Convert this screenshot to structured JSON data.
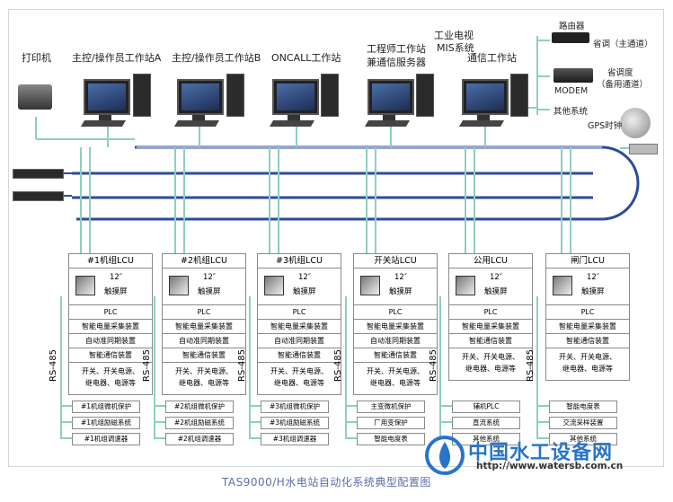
{
  "top_labels": {
    "printer": "打印机",
    "station_a": "主控/操作员工作站A",
    "station_b": "主控/操作员工作站B",
    "oncall": "ONCALL工作站",
    "engineer_line1": "工程师工作站",
    "engineer_line2": "兼通信服务器",
    "tv_line1": "工业电视",
    "tv_line2": "MIS系统",
    "comm": "通信工作站",
    "router": "路由器",
    "provincial_main": "省调（主通道）",
    "modem": "MODEM",
    "provincial_backup_line1": "省调度",
    "provincial_backup_line2": "（备用通道）",
    "other_systems": "其他系统",
    "gps": "GPS时钟"
  },
  "lcus": [
    {
      "title": "#1机组LCU",
      "screen1": "12″",
      "screen2": "触摸屏",
      "plc": "PLC",
      "r1": "智能电量采集装置",
      "r2": "自动准同期装置",
      "r3": "智能通信装置",
      "big1": "开关、开关电源、",
      "big2": "继电器、电源等",
      "subs": [
        "#1机组微机保护",
        "#1机组励磁系统",
        "#1机组调速器"
      ]
    },
    {
      "title": "#2机组LCU",
      "screen1": "12″",
      "screen2": "触摸屏",
      "plc": "PLC",
      "r1": "智能电量采集装置",
      "r2": "自动准同期装置",
      "r3": "智能通信装置",
      "big1": "开关、开关电源、",
      "big2": "继电器、电源等",
      "subs": [
        "#2机组微机保护",
        "#2机组励磁系统",
        "#2机组调速器"
      ]
    },
    {
      "title": "#3机组LCU",
      "screen1": "12″",
      "screen2": "触摸屏",
      "plc": "PLC",
      "r1": "智能电量采集装置",
      "r2": "自动准同期装置",
      "r3": "智能通信装置",
      "big1": "开关、开关电源、",
      "big2": "继电器、电源等",
      "subs": [
        "#3机组微机保护",
        "#3机组励磁系统",
        "#3机组调速器"
      ]
    },
    {
      "title": "开关站LCU",
      "screen1": "12″",
      "screen2": "触摸屏",
      "plc": "PLC",
      "r1": "智能电量采集装置",
      "r2": "自动准同期装置",
      "r3": "智能通信装置",
      "big1": "开关、开关电源、",
      "big2": "继电器、电源等",
      "subs": [
        "主变微机保护",
        "厂用变保护",
        "智能电度表"
      ]
    },
    {
      "title": "公用LCU",
      "screen1": "12″",
      "screen2": "触摸屏",
      "plc": "PLC",
      "r1": "智能电量采集装置",
      "r2": "智能通信装置",
      "r3": "",
      "big1": "开关、开关电源、",
      "big2": "继电器、电源等",
      "subs": [
        "辅机PLC",
        "直流系统",
        "其他系统"
      ]
    },
    {
      "title": "闸门LCU",
      "screen1": "12″",
      "screen2": "触摸屏",
      "plc": "PLC",
      "r1": "智能电量采集装置",
      "r2": "智能通信装置",
      "r3": "",
      "big1": "开关、开关电源、",
      "big2": "继电器、电源等",
      "subs": [
        "智能电度表",
        "交流采样装置",
        "其他系统"
      ]
    }
  ],
  "rs485": "RS-485",
  "caption": "TAS9000/H水电站自动化系统典型配置图",
  "watermark_title": "中国水工设备网",
  "watermark_url": "http://www.watersb.com.cn",
  "colors": {
    "bus": "#2c4d9a",
    "link": "#8ecfc0",
    "caption": "#5b6fa8",
    "watermark": "#2a74c8"
  }
}
